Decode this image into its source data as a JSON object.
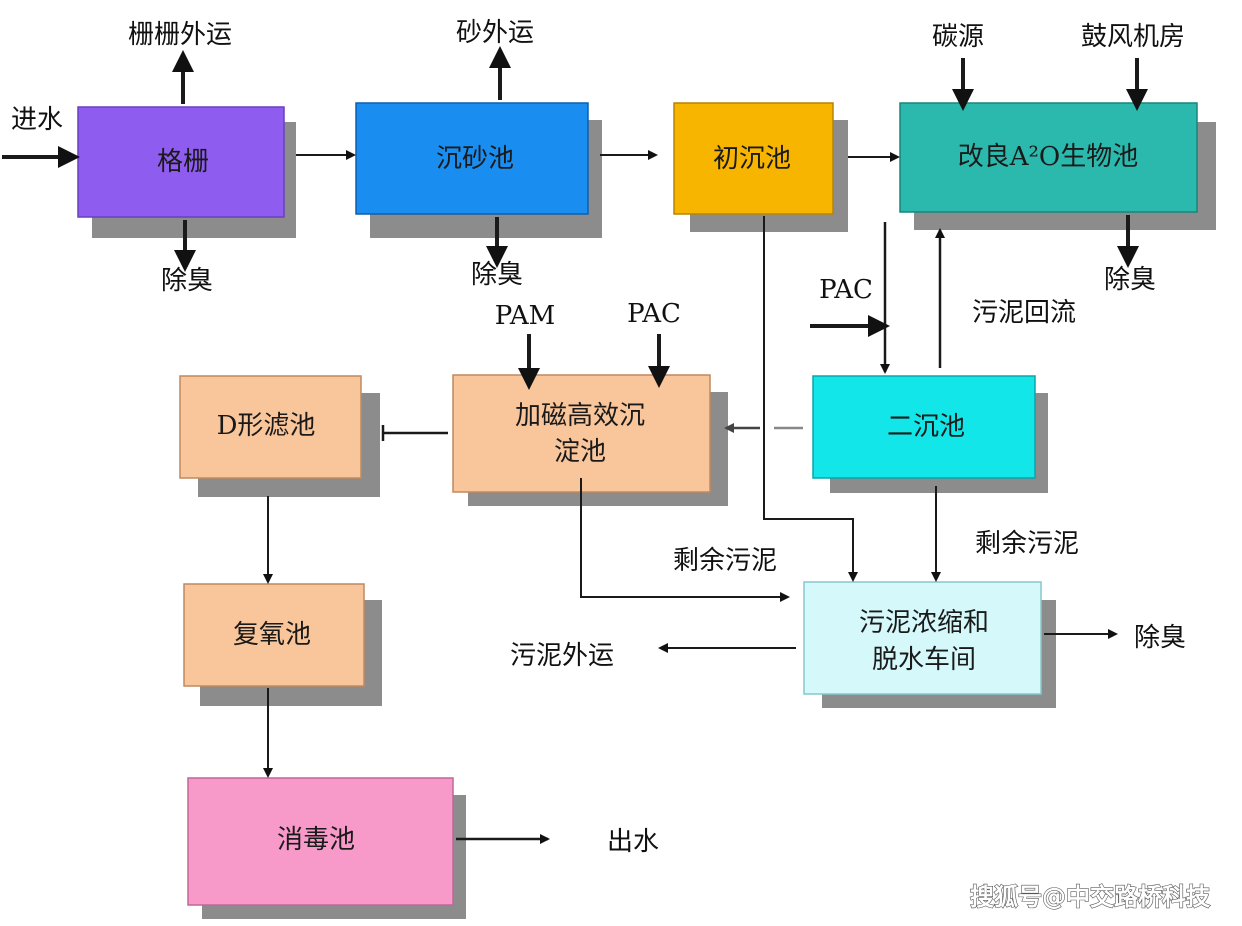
{
  "nodes": {
    "screen": "格栅",
    "grit": "沉砂池",
    "primary": "初沉池",
    "bio": "改良A²O生物池",
    "secondary": "二沉池",
    "magnetic_1": "加磁高效沉",
    "magnetic_2": "淀池",
    "dfilter": "D形滤池",
    "reaeration": "复氧池",
    "disinfection": "消毒池",
    "sludge_1": "污泥浓缩和",
    "sludge_2": "脱水车间"
  },
  "labels": {
    "inflow": "进水",
    "screenings_out": "栅栅外运",
    "sand_out": "砂外运",
    "carbon_source": "碳源",
    "blower_room": "鼓风机房",
    "deodor_screen": "除臭",
    "deodor_grit": "除臭",
    "deodor_bio": "除臭",
    "deodor_sludge": "除臭",
    "pac_secondary": "PAC",
    "sludge_return": "污泥回流",
    "pam": "PAM",
    "pac_magnetic": "PAC",
    "excess_sludge_left": "剩余污泥",
    "excess_sludge_right": "剩余污泥",
    "sludge_out": "污泥外运",
    "outflow": "出水"
  },
  "watermark": "搜狐号@中交路桥科技",
  "colors": {
    "screen": "#8f5cf0",
    "grit": "#1a8ef0",
    "primary": "#f7b500",
    "bio": "#2bb9ad",
    "secondary": "#12e6e8",
    "magnetic": "#f9c59a",
    "dfilter": "#f9c59a",
    "reaeration": "#f9c59a",
    "sludge": "#d5f8fb",
    "disinfection": "#f799c9"
  }
}
